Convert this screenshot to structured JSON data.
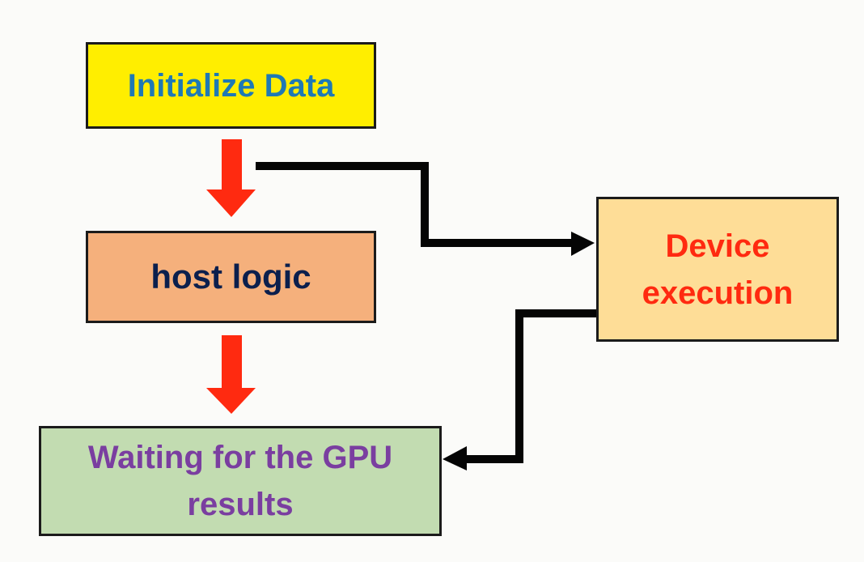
{
  "colors": {
    "background": "#fbfbf9",
    "box_border": "#1b1b1b",
    "flow_arrow": "#ff2a10",
    "connector": "#050505"
  },
  "boxes": {
    "initialize": {
      "label": "Initialize Data",
      "fill": "#ffee00",
      "text_color": "#1f79b5"
    },
    "host": {
      "label": "host logic",
      "fill": "#f5b07c",
      "text_color": "#0b1f4d"
    },
    "waiting": {
      "label": "Waiting for the GPU results",
      "fill": "#c2dcb1",
      "text_color": "#7a3ea0"
    },
    "device": {
      "label": "Device execution",
      "fill": "#fedd97",
      "text_color": "#ff2a10"
    }
  },
  "arrows": {
    "flow_icon": "down-arrow-icon",
    "connector_right_icon": "right-arrowhead-icon",
    "connector_left_icon": "left-arrowhead-icon"
  }
}
